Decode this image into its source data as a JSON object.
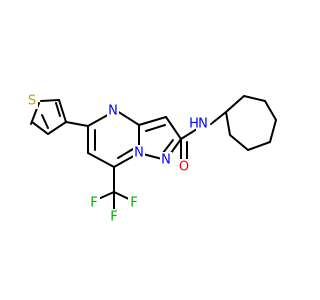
{
  "molecule": {
    "atoms": {
      "thiophene_s": "S",
      "pyrimidine_n4": "N",
      "bridge_n": "N",
      "pyrazole_n": "N",
      "amide_n": "N",
      "amide_h": "H",
      "carbonyl_o": "O",
      "cf3_f_left": "F",
      "cf3_f_mid": "F",
      "cf3_f_right": "F"
    },
    "colors": {
      "bond": "#000000",
      "nitrogen": "#0000ff",
      "oxygen": "#ff0000",
      "sulfur": "#c8a000",
      "fluorine": "#00b000"
    }
  }
}
